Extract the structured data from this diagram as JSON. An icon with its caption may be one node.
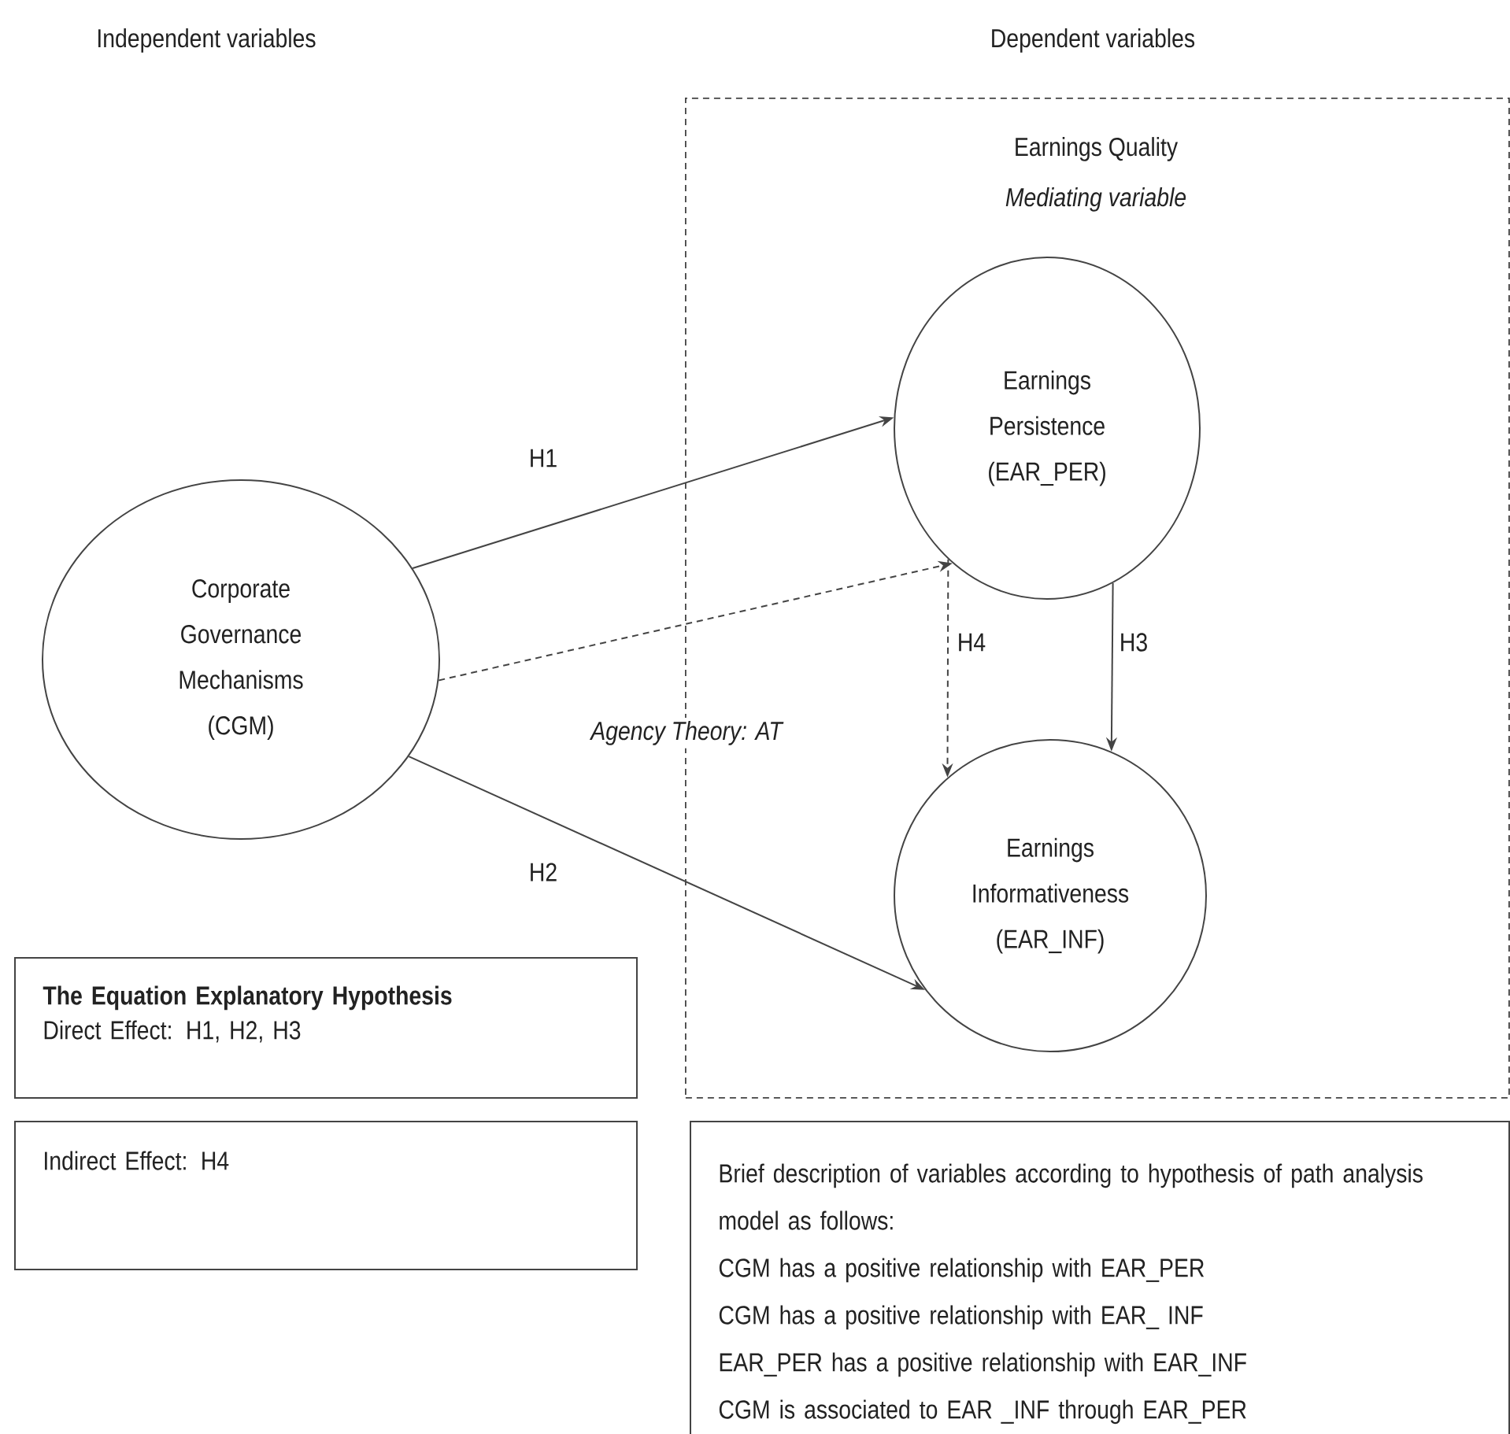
{
  "diagram": {
    "nodes": [
      {
        "text": [
          "Earnings Quality",
          "Mediating variable"
        ]
      },
      {
        "text": [
          "Corporate Governance Mechanisms (CGM)"
        ]
      },
      {
        "text": [
          "Earnings Persistence (EAR_PER)"
        ],
        "in": 0
      },
      {
        "text": [
          "Earnings Informativeness (EAR_INF)"
        ],
        "in": 0
      },
      {
        "text": [
          "The Equation Explanatory Hypothesis",
          "Direct Effect: H1, H2, H3"
        ]
      },
      {
        "text": [
          "Indirect Effect: H4"
        ]
      },
      {
        "text": [
          "Brief description of variables according to hypothesis of path analysis model as follows:",
          "CGM has a positive relationship with EAR_PER",
          "CGM has a positive relationship with EAR_ INF",
          "EAR_PER has a positive relationship with EAR_INF",
          "CGM is associated to EAR _INF through EAR_PER"
        ]
      }
    ],
    "edges": [
      {
        "from": 1,
        "to": 2,
        "arrow": "to",
        "label": "H1"
      },
      {
        "from": 1,
        "to": 2,
        "arrow": "to",
        "style": "dashed"
      },
      {
        "from": 1,
        "to": 3,
        "arrow": "to",
        "label": "H2"
      },
      {
        "from": 2,
        "to": 3,
        "arrow": "to",
        "label": "H3"
      },
      {
        "from": 2,
        "to": 3,
        "arrow": "to",
        "label": "H4",
        "style": "dashed"
      }
    ],
    "labels": [
      "Independent variables",
      "Dependent variables",
      "Agency Theory: AT"
    ]
  }
}
